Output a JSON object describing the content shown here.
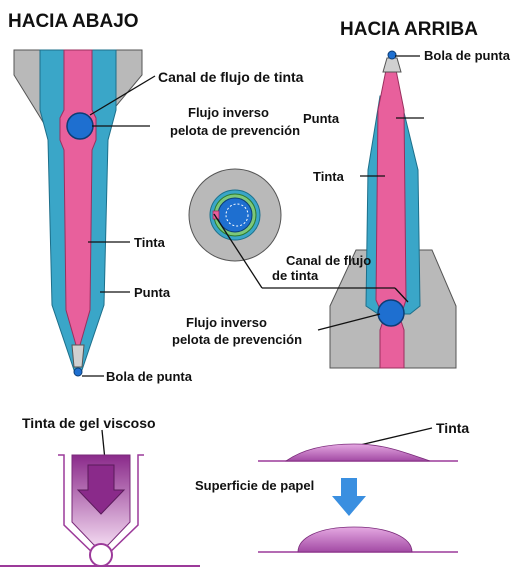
{
  "titles": {
    "down": "HACIA ABAJO",
    "up": "HACIA ARRIBA"
  },
  "labels": {
    "tip_ball_up": "Bola de punta",
    "ink_channel_top": "Canal de flujo de tinta",
    "backflow_line1": "Flujo inverso",
    "backflow_line2": "pelota de prevención",
    "tip_right": "Punta",
    "ink_right": "Tinta",
    "ink_left": "Tinta",
    "tip_left": "Punta",
    "channel_center_line1": "Canal de flujo",
    "channel_center_line2": "de tinta",
    "backflow_lower_line1": "Flujo inverso",
    "backflow_lower_line2": "pelota de prevención",
    "tip_ball_down": "Bola de punta",
    "gel_ink": "Tinta de gel viscoso",
    "ink_drop": "Tinta",
    "paper_surface": "Superficie de papel"
  },
  "colors": {
    "pink": "#e8609c",
    "teal": "#3aa6c8",
    "gray": "#b9b9b9",
    "blue": "#1e6fd0",
    "purple": "#9c3a9a",
    "arrow_blue": "#3a8fe0"
  }
}
